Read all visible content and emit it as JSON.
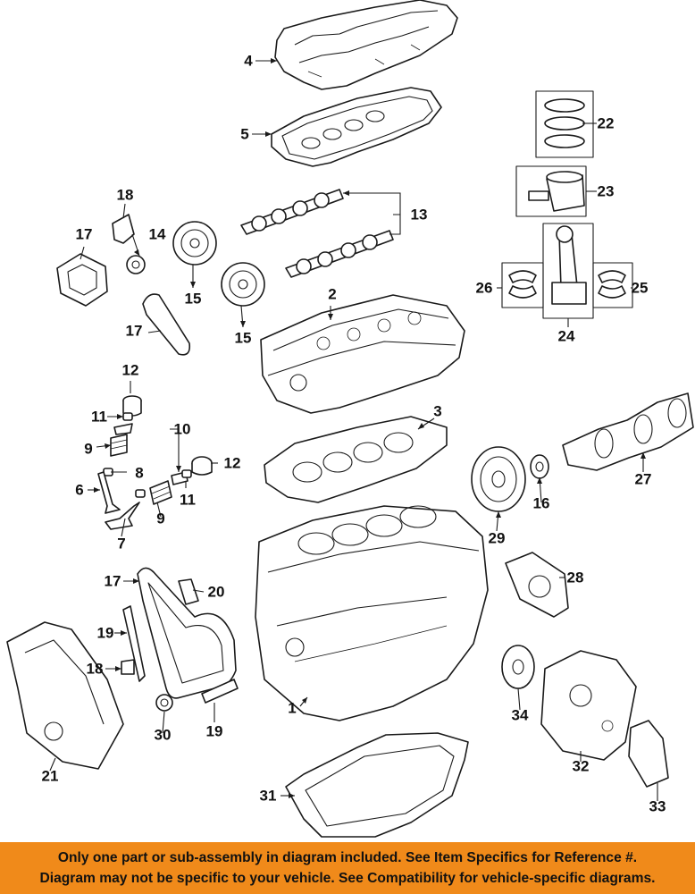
{
  "callouts": [
    "1",
    "2",
    "3",
    "4",
    "5",
    "6",
    "7",
    "8",
    "9",
    "9",
    "10",
    "11",
    "11",
    "12",
    "12",
    "13",
    "14",
    "15",
    "15",
    "16",
    "17",
    "17",
    "17",
    "18",
    "18",
    "19",
    "19",
    "20",
    "21",
    "22",
    "23",
    "24",
    "25",
    "26",
    "27",
    "28",
    "29",
    "30",
    "31",
    "32",
    "33",
    "34"
  ],
  "banner": {
    "line1": "Only one part or sub-assembly in diagram included. See Item Specifics for Reference #.",
    "line2": "Diagram may not be specific to your vehicle. See Compatibility for vehicle-specific diagrams."
  }
}
